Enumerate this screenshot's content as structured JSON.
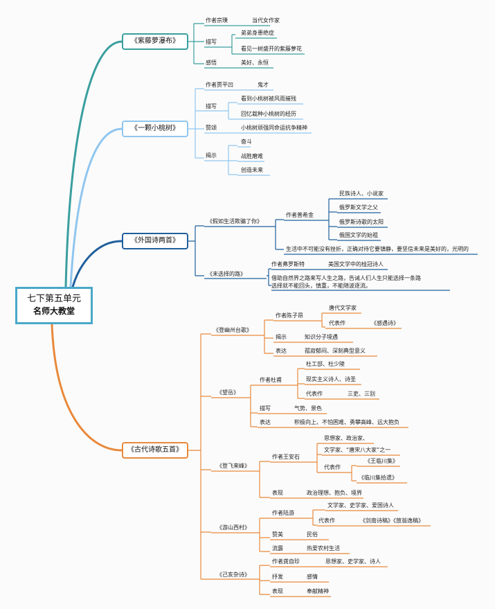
{
  "colors": {
    "teal": "#3a9e9e",
    "lightblue": "#8fc6ef",
    "darkblue": "#1f5f9c",
    "orange": "#e8893b",
    "root_border": "#4aa8c8"
  },
  "root": {
    "line1": "七下第五单元",
    "line2": "名师大教堂"
  },
  "branch1": {
    "title": "《紫藤萝瀑布》",
    "author_label": "作者宗璞",
    "author_val": "当代女作家",
    "desc_label": "描写",
    "desc1": "弟弟身患绝症",
    "desc2": "看见一树盛开的紫藤萝花",
    "feel_label": "感悟",
    "feel_val": "美好、永恒"
  },
  "branch2": {
    "title": "《一颗小桃树》",
    "author_label": "作者贾平凹",
    "author_val": "鬼才",
    "desc_label": "描写",
    "desc1": "看到小桃树被风雨摧残",
    "desc2": "回忆栽种小桃树的经历",
    "praise_label": "赞颂",
    "praise_val": "小桃树顽强同命运抗争精神",
    "reveal_label": "揭示",
    "reveal1": "奋斗",
    "reveal2": "战胜磨难",
    "reveal3": "创造未来"
  },
  "branch3": {
    "title": "《外国诗两首》",
    "poem1": "《假如生活欺骗了你》",
    "poem1_author": "作者普希金",
    "p1a": "民族诗人、小说家",
    "p1b": "俄罗斯文学之父",
    "p1c": "俄罗斯诗歌的太阳",
    "p1d": "俄国文学的始祖",
    "p1_theme": "生活中不可能没有挫折，正确对待它要镇静，要坚信未来是美好的，光明的",
    "poem2": "《未选择的路》",
    "poem2_author": "作者弗罗斯特",
    "poem2_author_val": "美国文学中的桂冠诗人",
    "poem2_theme1": "借助自然界之路来写人生之路，告诫人们人生只能选择一条路",
    "poem2_theme2": "选择就不能回头，慎重，不能随波逐流。"
  },
  "branch4": {
    "title": "《古代诗歌五首》",
    "p1": "《登幽州台歌》",
    "p1_author": "作者陈子昂",
    "p1_a1": "唐代文学家",
    "p1_rep": "代表作",
    "p1_rep_val": "《感遇诗》",
    "p1_reveal": "揭示",
    "p1_reveal_val": "知识分子境遇",
    "p1_express": "表达",
    "p1_express_val": "孤寂郁闷、深刻典型意义",
    "p2": "《望岳》",
    "p2_author": "作者杜甫",
    "p2_a1": "杜工部、杜少陵",
    "p2_a2": "现实主义诗人、诗圣",
    "p2_rep": "代表作",
    "p2_rep_val": "三吏、三别",
    "p2_desc": "描写",
    "p2_desc_val": "气势、景色",
    "p2_express": "表达",
    "p2_express_val": "积极向上、不怕困难、勇攀高峰、远大抱负",
    "p3": "《登飞来峰》",
    "p3_author": "作者王安石",
    "p3_a1": "思想家、政治家、",
    "p3_a2": "文学家、“唐宋八大家”之一",
    "p3_rep": "代表作",
    "p3_rep1": "《王临川集》",
    "p3_rep2": "《临川集拾遗》",
    "p3_show": "表现",
    "p3_show_val": "政治理想、抱负、境界",
    "p4": "《游山西村》",
    "p4_author": "作者陆游",
    "p4_a1": "文学家、史学家、爱国诗人",
    "p4_rep": "代表作",
    "p4_rep_val": "《剑南诗稿》《放翁逸稿》",
    "p4_praise": "赞美",
    "p4_praise_val": "民俗",
    "p4_flow": "流露",
    "p4_flow_val": "热爱农村生活",
    "p5": "《己亥杂诗》",
    "p5_author": "作者龚自珍",
    "p5_a1": "思想家、史学家、诗人",
    "p5_express": "抒发",
    "p5_express_val": "感情",
    "p5_show": "表现",
    "p5_show_val": "奉献精神"
  }
}
